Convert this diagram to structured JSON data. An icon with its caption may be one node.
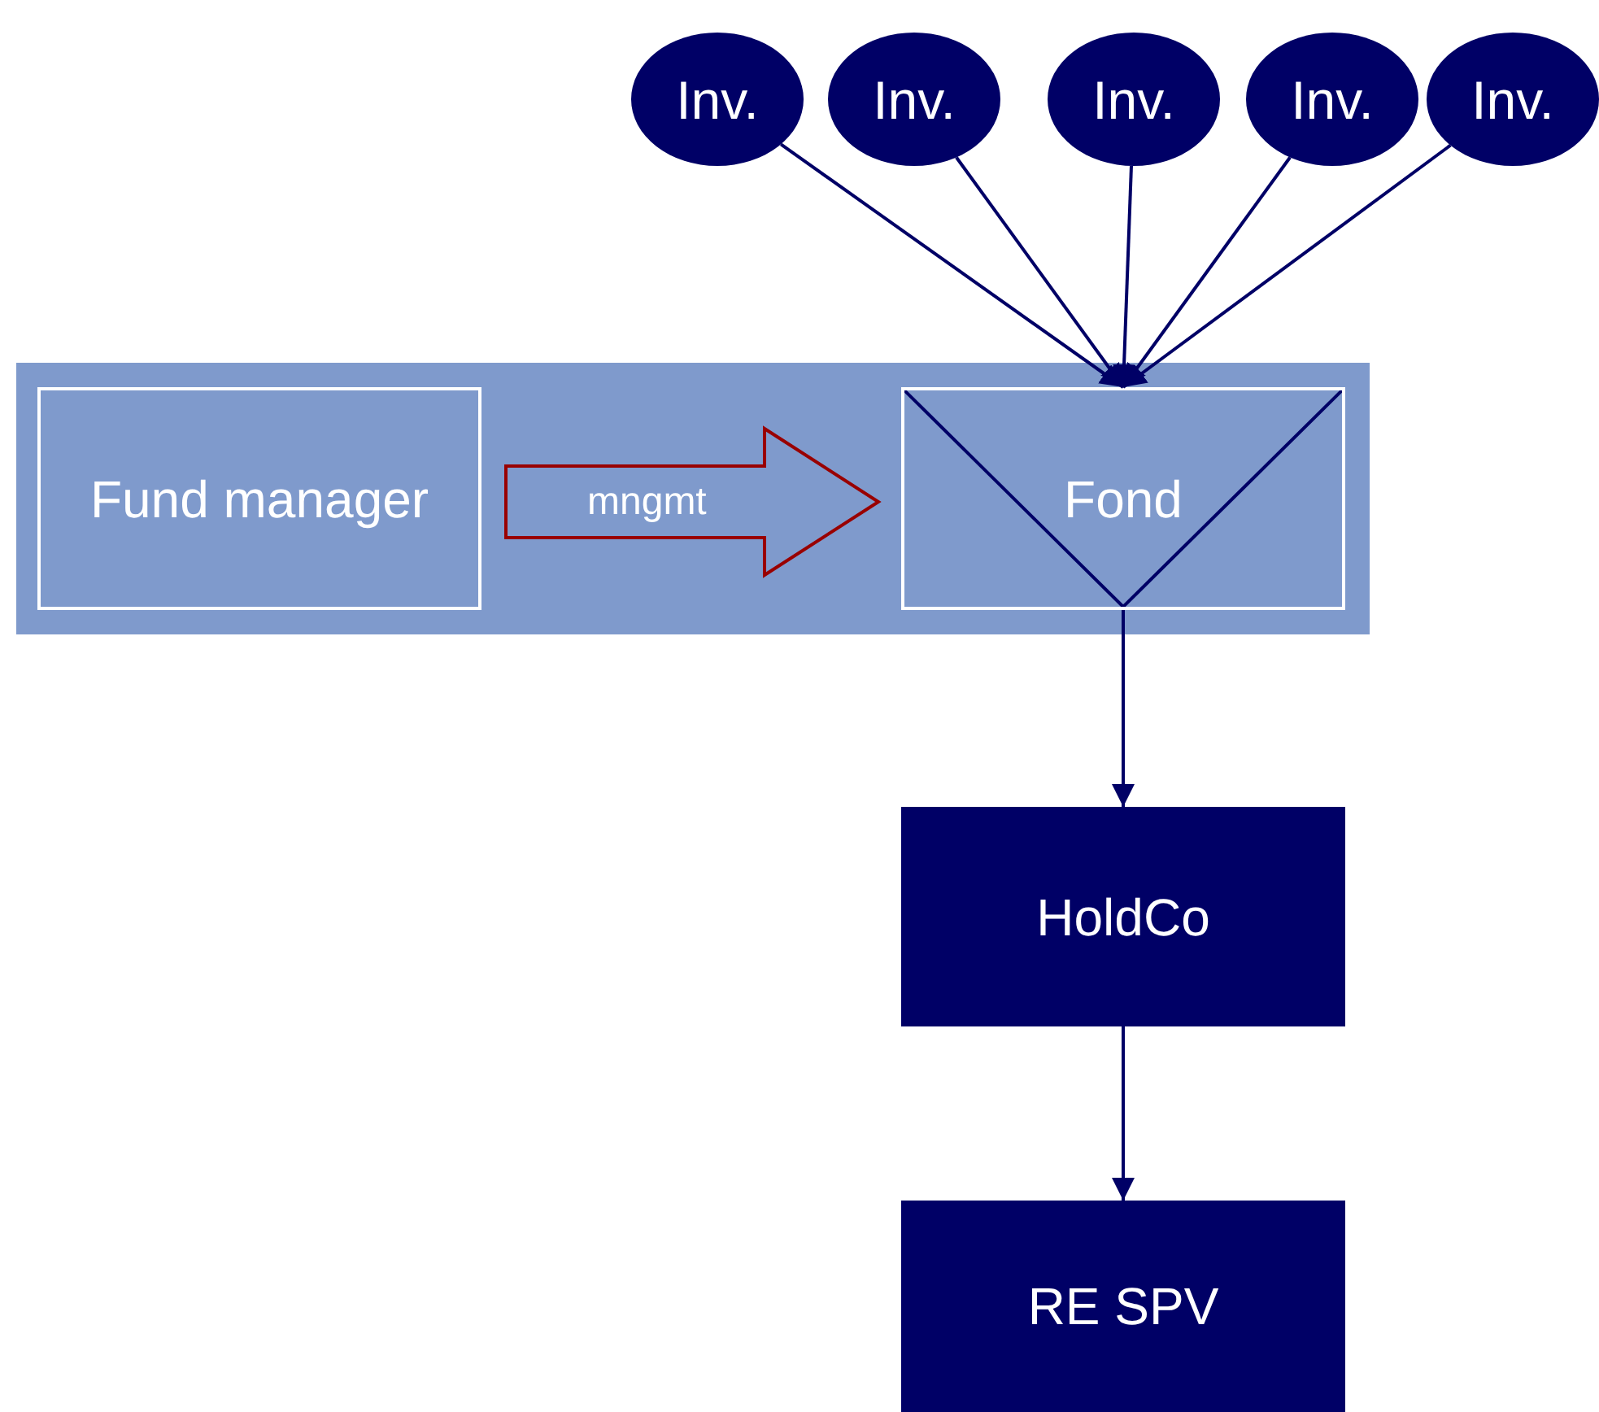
{
  "diagram": {
    "nodes": [
      {
        "text": [],
        "shape": "box"
      },
      {
        "text": [
          "Fund manager"
        ],
        "in": 0
      },
      {
        "text": [
          "Fond"
        ],
        "in": 0
      },
      {
        "text": [
          "Inv."
        ]
      },
      {
        "text": [
          "Inv."
        ]
      },
      {
        "text": [
          "Inv."
        ]
      },
      {
        "text": [
          "Inv."
        ]
      },
      {
        "text": [
          "Inv."
        ]
      },
      {
        "text": [
          "HoldCo"
        ]
      },
      {
        "text": [
          "RE SPV"
        ]
      }
    ],
    "edges": [
      {
        "from": 3,
        "to": 2,
        "arrow": "to"
      },
      {
        "from": 4,
        "to": 2,
        "arrow": "to"
      },
      {
        "from": 5,
        "to": 2,
        "arrow": "to"
      },
      {
        "from": 6,
        "to": 2,
        "arrow": "to"
      },
      {
        "from": 7,
        "to": 2,
        "arrow": "to"
      },
      {
        "from": 1,
        "to": 2,
        "arrow": "to",
        "label": "mngmt",
        "style": "thick",
        "color": "#990000"
      },
      {
        "from": 2,
        "to": 8,
        "arrow": "to"
      },
      {
        "from": 8,
        "to": 9,
        "arrow": "to"
      }
    ]
  }
}
